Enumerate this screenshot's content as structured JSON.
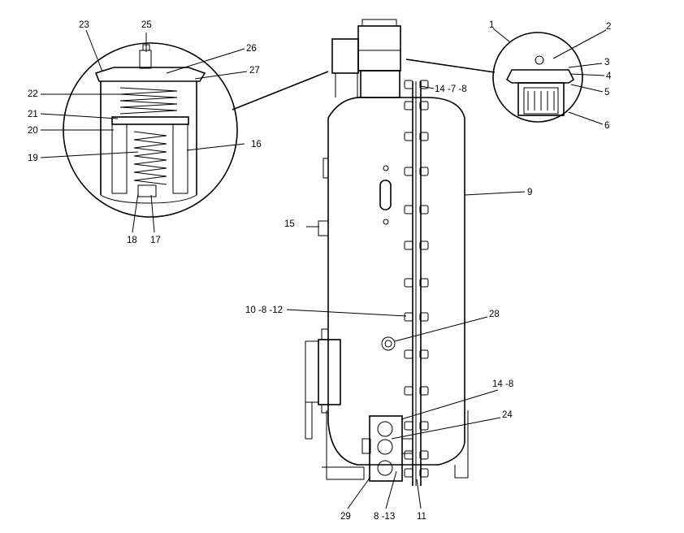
{
  "callouts": {
    "c1": "1",
    "c2": "2",
    "c3": "3",
    "c4": "4",
    "c5": "5",
    "c6": "6",
    "c9": "9",
    "c14_7_8": "14 -7 -8",
    "c15": "15",
    "c10_8_12": "10 -8 -12",
    "c28": "28",
    "c14_8": "14 -8",
    "c24": "24",
    "c29": "29",
    "c8_13": "8 -13",
    "c11": "11",
    "c23": "23",
    "c25": "25",
    "c26": "26",
    "c27": "27",
    "c22": "22",
    "c21": "21",
    "c20": "20",
    "c19": "19",
    "c16": "16",
    "c18": "18",
    "c17": "17"
  }
}
